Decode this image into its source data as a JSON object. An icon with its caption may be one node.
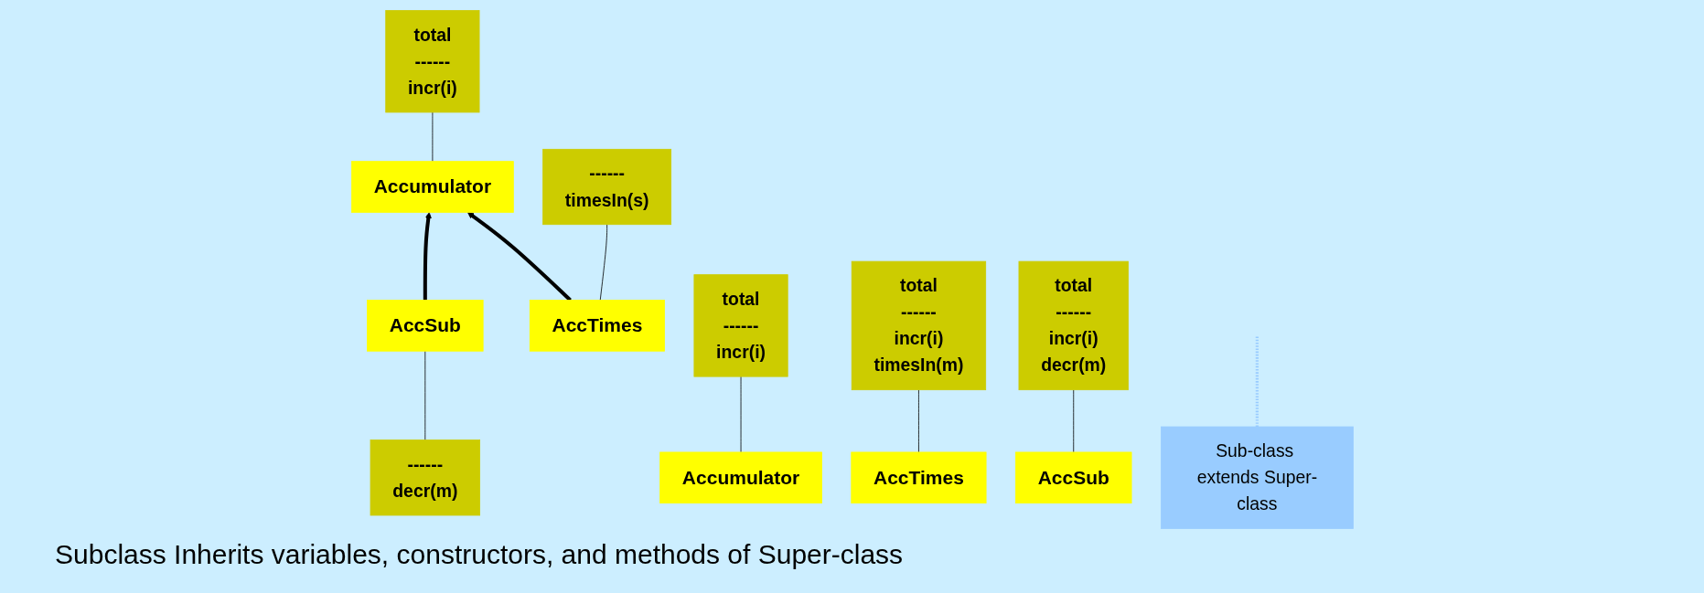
{
  "diagram": {
    "nodes": [
      {
        "text": [
          "Accumulator"
        ]
      },
      {
        "text": [
          "total",
          "------",
          "incr(i)"
        ]
      },
      {
        "text": [
          "------",
          "decr(m)"
        ]
      },
      {
        "text": [
          "AccSub"
        ]
      },
      {
        "text": [
          "AccTimes"
        ]
      },
      {
        "text": [
          "------",
          "timesIn(s)"
        ]
      },
      {
        "text": [
          "Sub-class extends Super-class"
        ]
      },
      {
        "text": [
          "Accumulator"
        ]
      },
      {
        "text": [
          "total",
          "------",
          "incr(i)"
        ]
      },
      {
        "text": [
          "AccTimes"
        ]
      },
      {
        "text": [
          "total",
          "------",
          "incr(i)",
          "timesIn(m)"
        ]
      },
      {
        "text": [
          "AccSub"
        ]
      },
      {
        "text": [
          "total",
          "------",
          "incr(i)",
          "decr(m)"
        ]
      }
    ],
    "edges": [
      {
        "from": 0,
        "to": 1,
        "arrow": "none"
      },
      {
        "from": 3,
        "to": 0,
        "arrow": "to",
        "style": "thick"
      },
      {
        "from": 4,
        "to": 0,
        "arrow": "to",
        "style": "thick"
      },
      {
        "from": 2,
        "to": 3,
        "arrow": "none"
      },
      {
        "from": 4,
        "to": 5,
        "arrow": "none"
      },
      {
        "from": 6,
        "to": null,
        "arrow": "none",
        "style": "dashed",
        "color": "#99ccff"
      },
      {
        "from": 7,
        "to": 8,
        "arrow": "none"
      },
      {
        "from": 9,
        "to": 10,
        "arrow": "none"
      },
      {
        "from": 11,
        "to": 12,
        "arrow": "none"
      }
    ],
    "labels": [
      "Subclass Inherits variables, constructors, and methods of Super-class"
    ]
  }
}
